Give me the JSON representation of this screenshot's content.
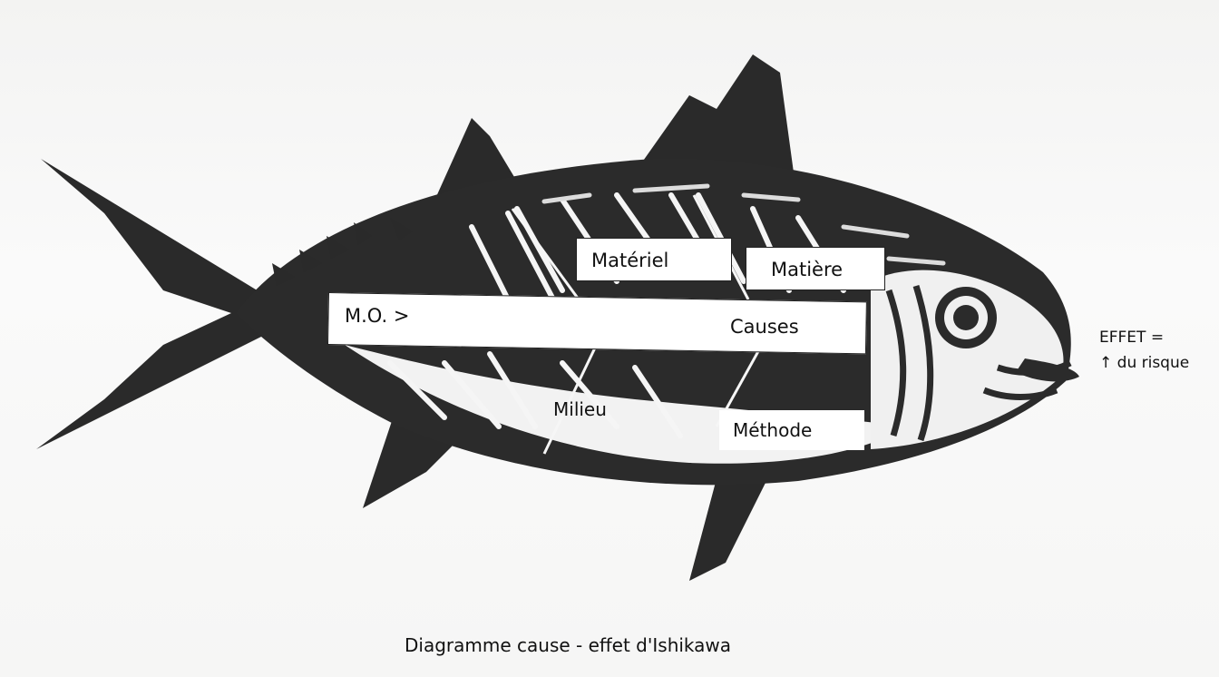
{
  "diagram": {
    "labels": {
      "materiel": "Matériel",
      "matiere": "Matière",
      "mo": "M.O. >",
      "causes": "Causes",
      "milieu": "Milieu",
      "methode": "Méthode"
    },
    "effect": {
      "line1": "EFFET =",
      "line2": "↑ du risque"
    },
    "caption": "Diagramme cause - effet d'Ishikawa"
  }
}
